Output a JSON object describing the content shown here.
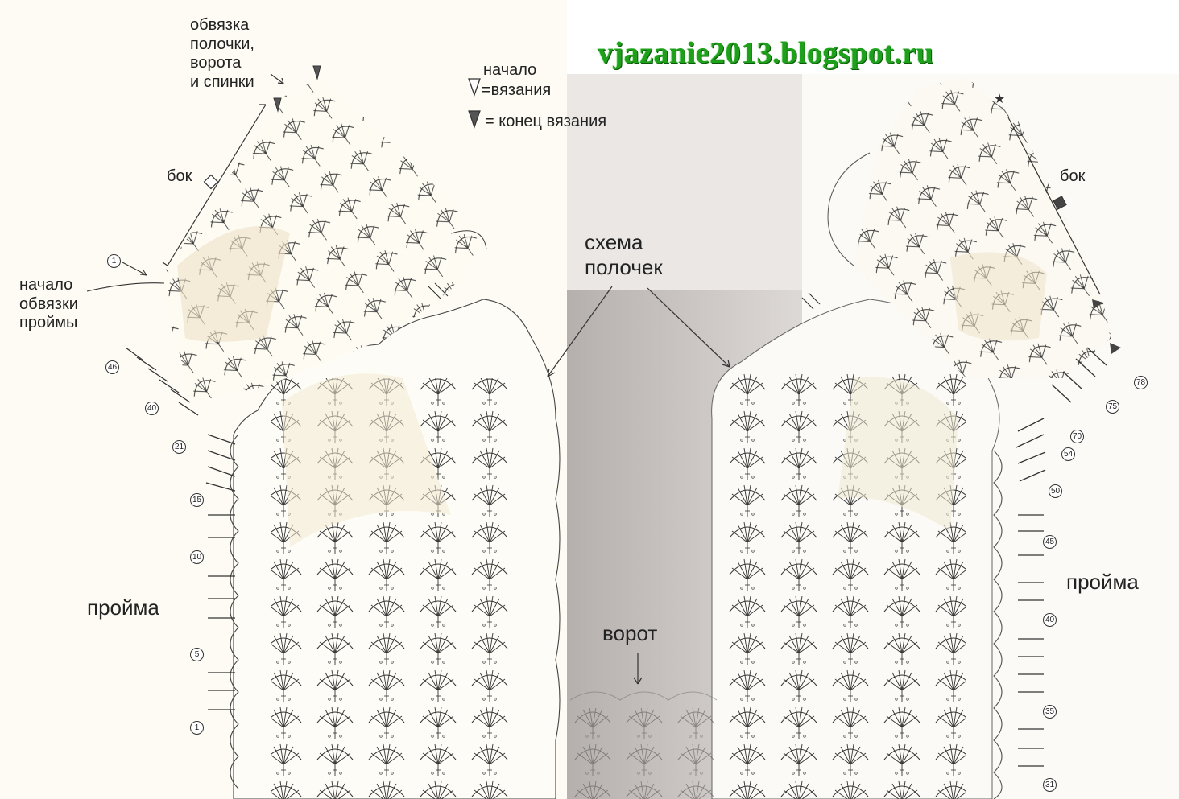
{
  "watermark": "vjazanie2013.blogspot.ru",
  "labels": {
    "edging_caption": "обвязка\nполочки,\nворота\nи спинки",
    "start_label": "начало",
    "start_key": "=вязания",
    "end_key": "= конец\nвязания",
    "side_left": "бок",
    "side_right": "бок",
    "armhole_edging_start": "начало\nобвязки\nпроймы",
    "fronts_scheme": "схема\nполочек",
    "armhole_left": "пройма",
    "armhole_right": "пройма",
    "collar": "ворот"
  },
  "row_numbers_left": [
    "46",
    "40",
    "21",
    "15",
    "10",
    "5",
    "1"
  ],
  "row_number_left_top": "1",
  "row_numbers_right": [
    "78",
    "75",
    "70",
    "54",
    "50",
    "45",
    "40",
    "35",
    "31"
  ],
  "colors": {
    "ink": "#333333",
    "watermark": "#1fa01c",
    "paper": "#fdfbf4",
    "gray_panel": "#ece8e6"
  }
}
